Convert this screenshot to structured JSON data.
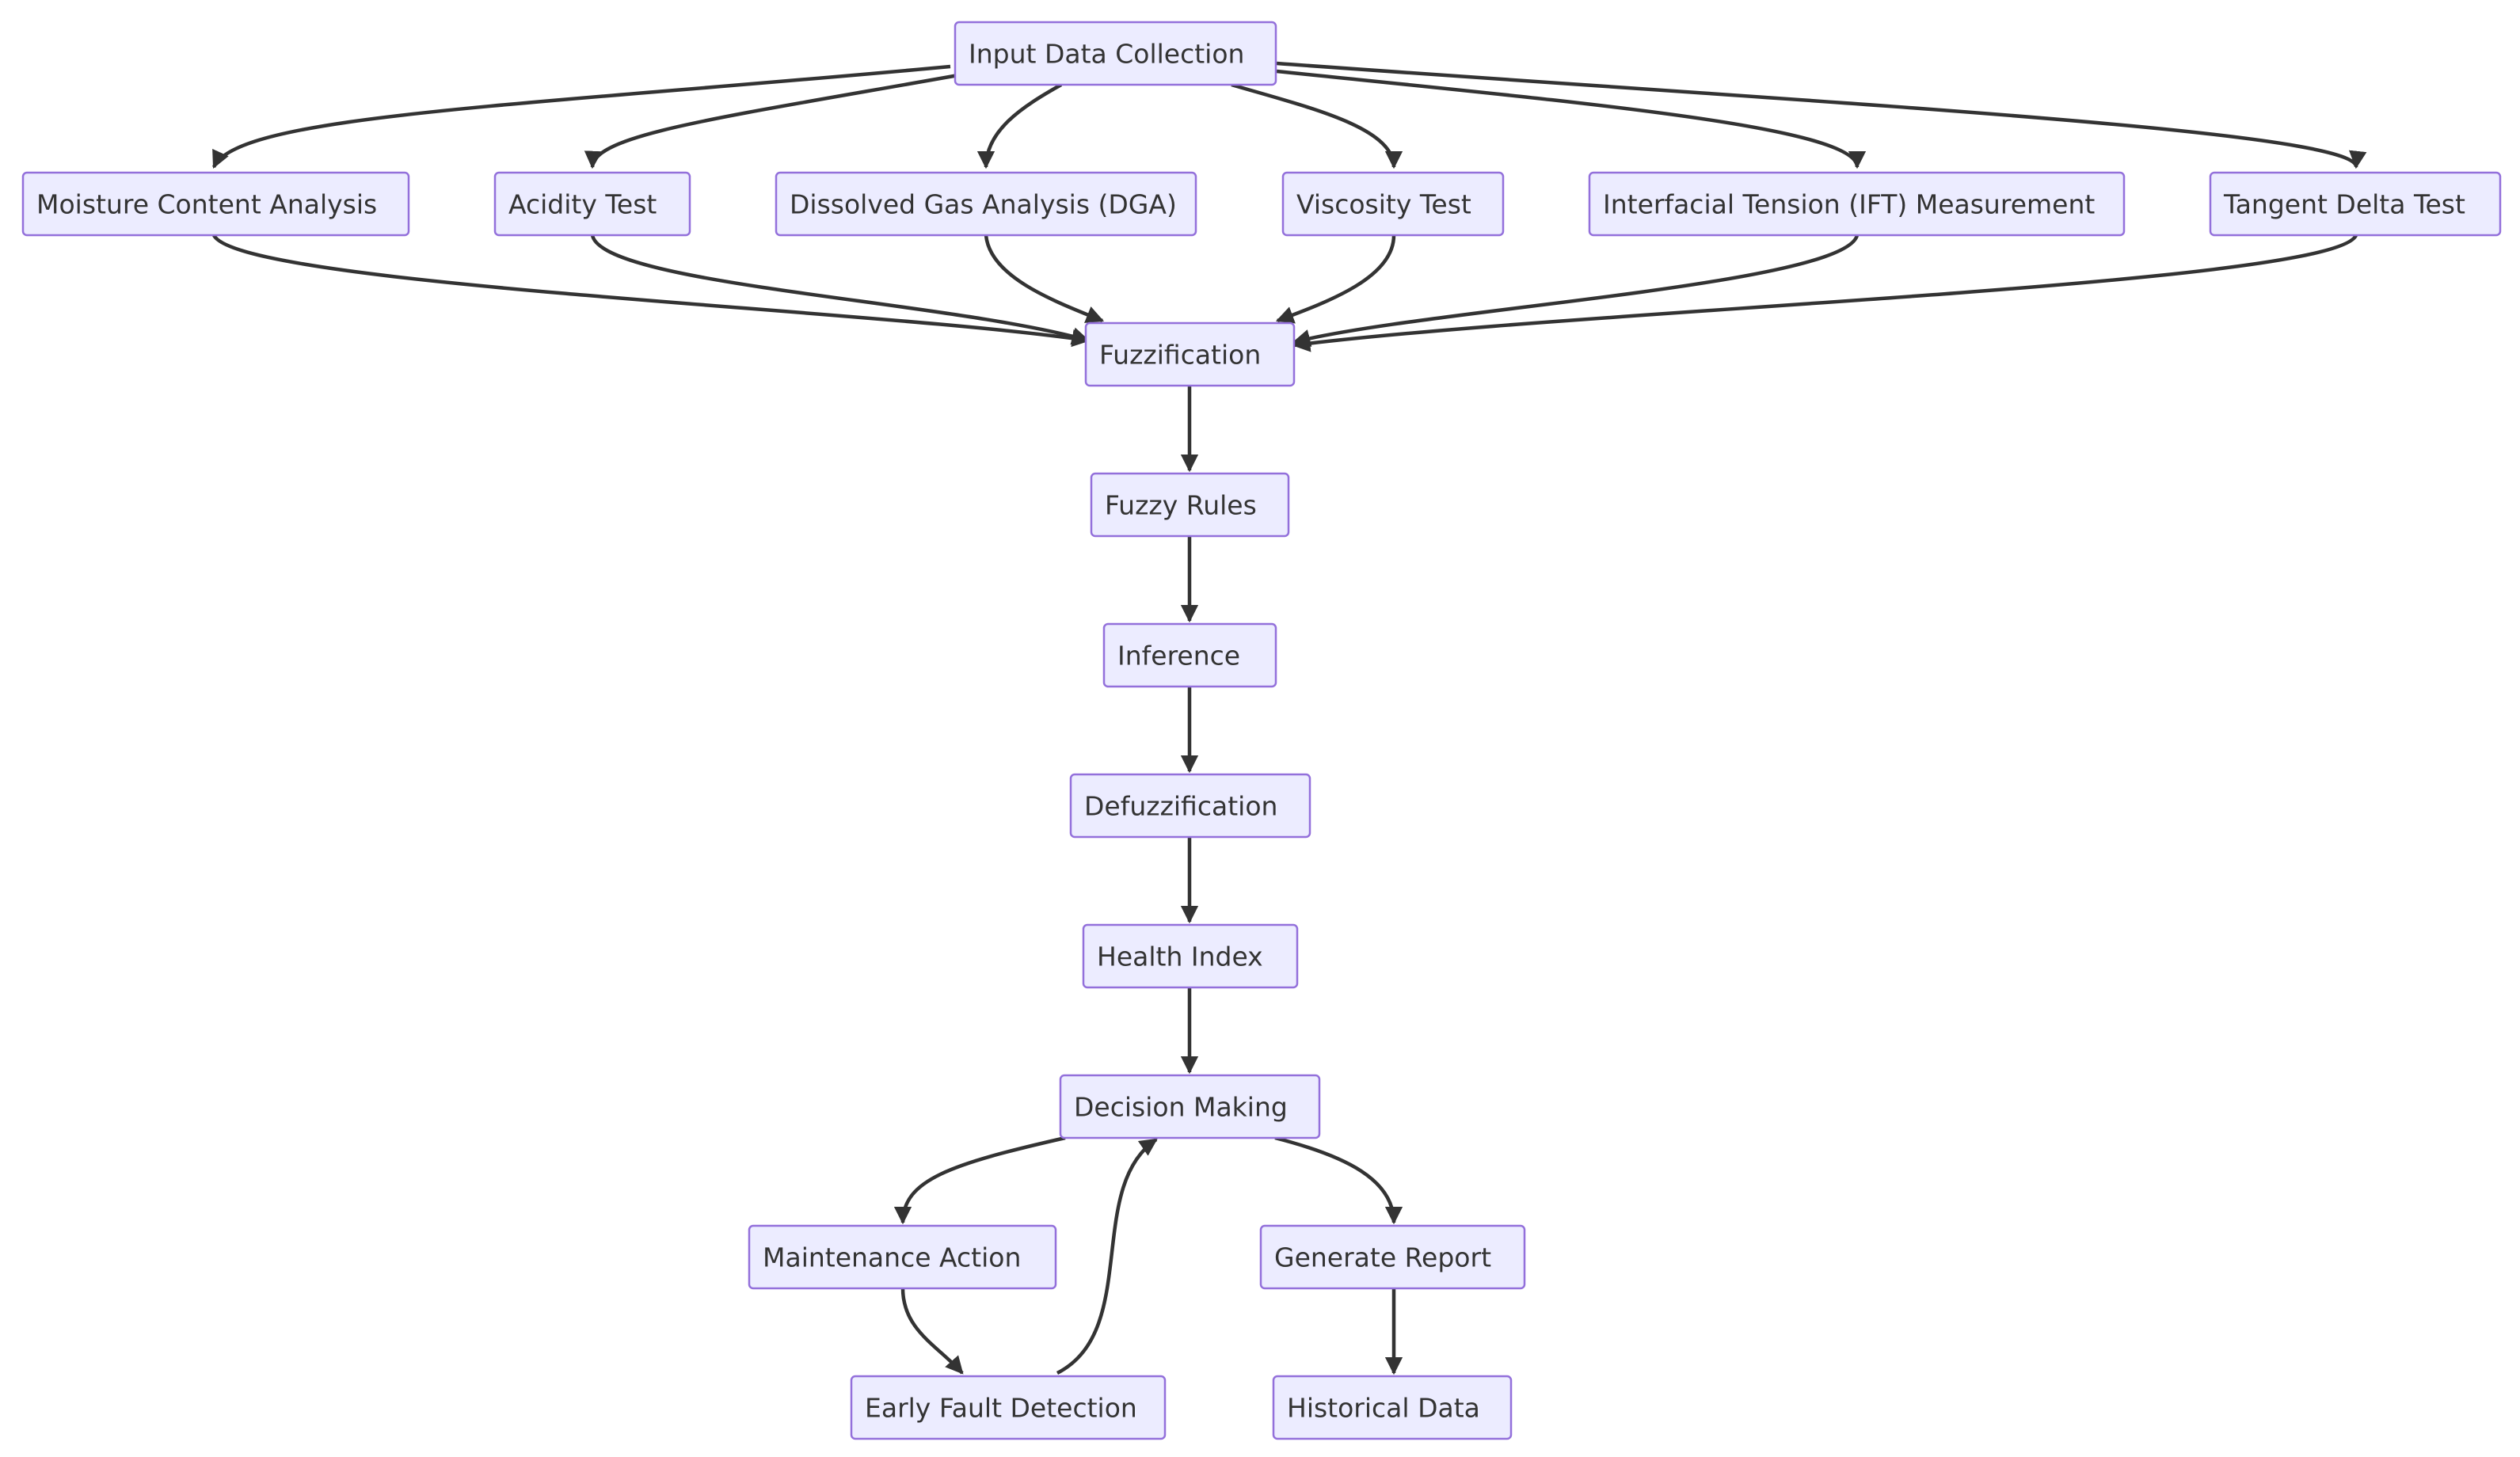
{
  "nodes": {
    "input": "Input Data Collection",
    "moisture": "Moisture Content Analysis",
    "acidity": "Acidity Test",
    "dga": "Dissolved Gas Analysis (DGA)",
    "viscosity": "Viscosity Test",
    "ift": "Interfacial Tension (IFT) Measurement",
    "tandelta": "Tangent Delta Test",
    "fuzzification": "Fuzzification",
    "rules": "Fuzzy Rules",
    "inference": "Inference",
    "defuzz": "Defuzzification",
    "health": "Health Index",
    "decision": "Decision Making",
    "maintenance": "Maintenance Action",
    "report": "Generate Report",
    "early": "Early Fault Detection",
    "historical": "Historical Data"
  },
  "edges": [
    {
      "from": "input",
      "to": "moisture"
    },
    {
      "from": "input",
      "to": "acidity"
    },
    {
      "from": "input",
      "to": "dga"
    },
    {
      "from": "input",
      "to": "viscosity"
    },
    {
      "from": "input",
      "to": "ift"
    },
    {
      "from": "input",
      "to": "tandelta"
    },
    {
      "from": "moisture",
      "to": "fuzzification"
    },
    {
      "from": "acidity",
      "to": "fuzzification"
    },
    {
      "from": "dga",
      "to": "fuzzification"
    },
    {
      "from": "viscosity",
      "to": "fuzzification"
    },
    {
      "from": "ift",
      "to": "fuzzification"
    },
    {
      "from": "tandelta",
      "to": "fuzzification"
    },
    {
      "from": "fuzzification",
      "to": "rules"
    },
    {
      "from": "rules",
      "to": "inference"
    },
    {
      "from": "inference",
      "to": "defuzz"
    },
    {
      "from": "defuzz",
      "to": "health"
    },
    {
      "from": "health",
      "to": "decision"
    },
    {
      "from": "decision",
      "to": "maintenance"
    },
    {
      "from": "decision",
      "to": "report"
    },
    {
      "from": "maintenance",
      "to": "early"
    },
    {
      "from": "early",
      "to": "decision"
    },
    {
      "from": "report",
      "to": "historical"
    }
  ]
}
